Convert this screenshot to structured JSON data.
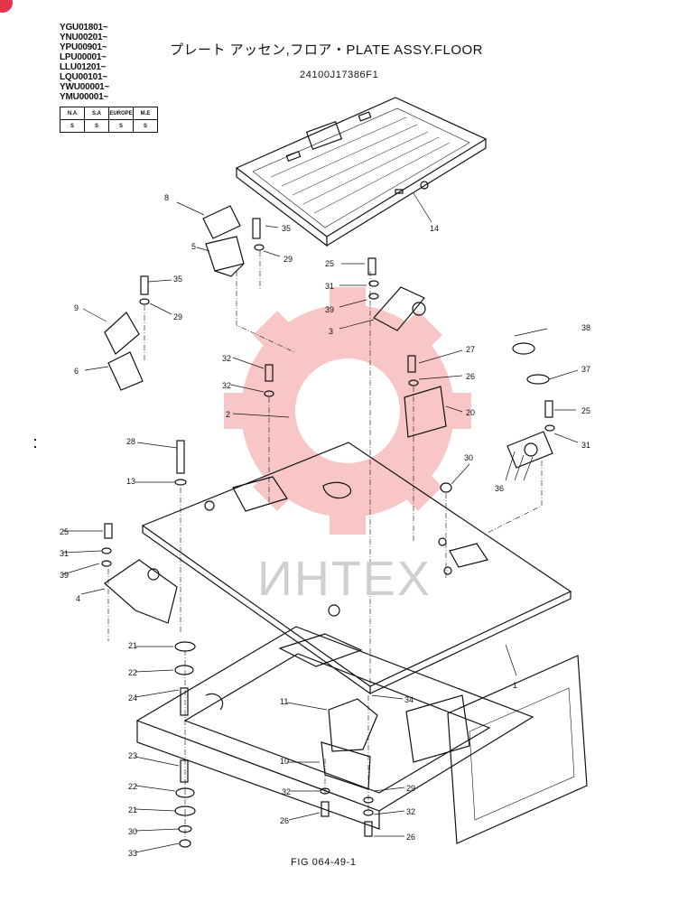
{
  "header": {
    "serials": [
      "YGU01801~",
      "YNU00201~",
      "YPU00901~",
      "LPU00001~",
      "LLU01201~",
      "LQU00101~",
      "YWU00001~",
      "YMU00001~"
    ],
    "title": "プレート アッセン,フロア・PLATE ASSY.FLOOR",
    "part_number": "24100J17386F1"
  },
  "region_table": {
    "headers": [
      "N.A",
      "S.A",
      "EUROPE",
      "M.E"
    ],
    "values": [
      "S",
      "S",
      "S",
      "S"
    ]
  },
  "callouts": [
    "14",
    "8",
    "35",
    "5",
    "29",
    "35",
    "29",
    "9",
    "6",
    "25",
    "31",
    "39",
    "3",
    "38",
    "37",
    "27",
    "32",
    "26",
    "32",
    "20",
    "2",
    "25",
    "31",
    "36",
    "28",
    "13",
    "30",
    "25",
    "31",
    "39",
    "4",
    "21",
    "22",
    "24",
    "11",
    "34",
    "1",
    "10",
    "23",
    "22",
    "21",
    "30",
    "33",
    "32",
    "26",
    "29",
    "32",
    "26"
  ],
  "watermark": {
    "text": "ИНТЕХ",
    "color": "#f2a0a0"
  },
  "footer": {
    "figure": "FIG 064-49-1"
  }
}
